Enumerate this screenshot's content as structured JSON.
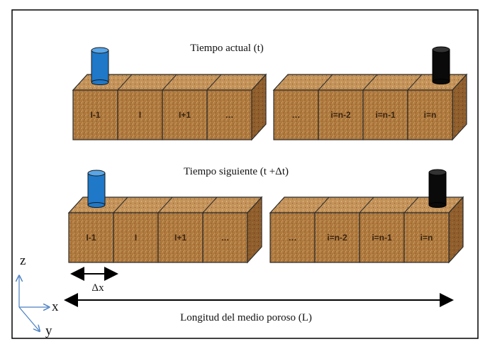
{
  "top_row": {
    "title": "Tiempo actual (t)",
    "left_cells": [
      "I-1",
      "I",
      "I+1",
      "…"
    ],
    "right_cells": [
      "…",
      "i=n-2",
      "i=n-1",
      "i=n"
    ]
  },
  "bottom_row": {
    "title": "Tiempo siguiente (t +Δt)",
    "left_cells": [
      "I-1",
      "I",
      "I+1",
      "…"
    ],
    "right_cells": [
      "…",
      "i=n-2",
      "i=n-1",
      "i=n"
    ]
  },
  "dx_label": "Δx",
  "length_label": "Longitud del medio poroso (L)",
  "axes": {
    "z": "z",
    "x": "x",
    "y": "y"
  },
  "colors": {
    "injector": "#1f78c8",
    "producer": "#0a0a0a",
    "block_front": "#b07a3e",
    "block_top": "#c4935a",
    "block_side": "#8f5e2c",
    "block_edge": "#2b2b2b"
  }
}
